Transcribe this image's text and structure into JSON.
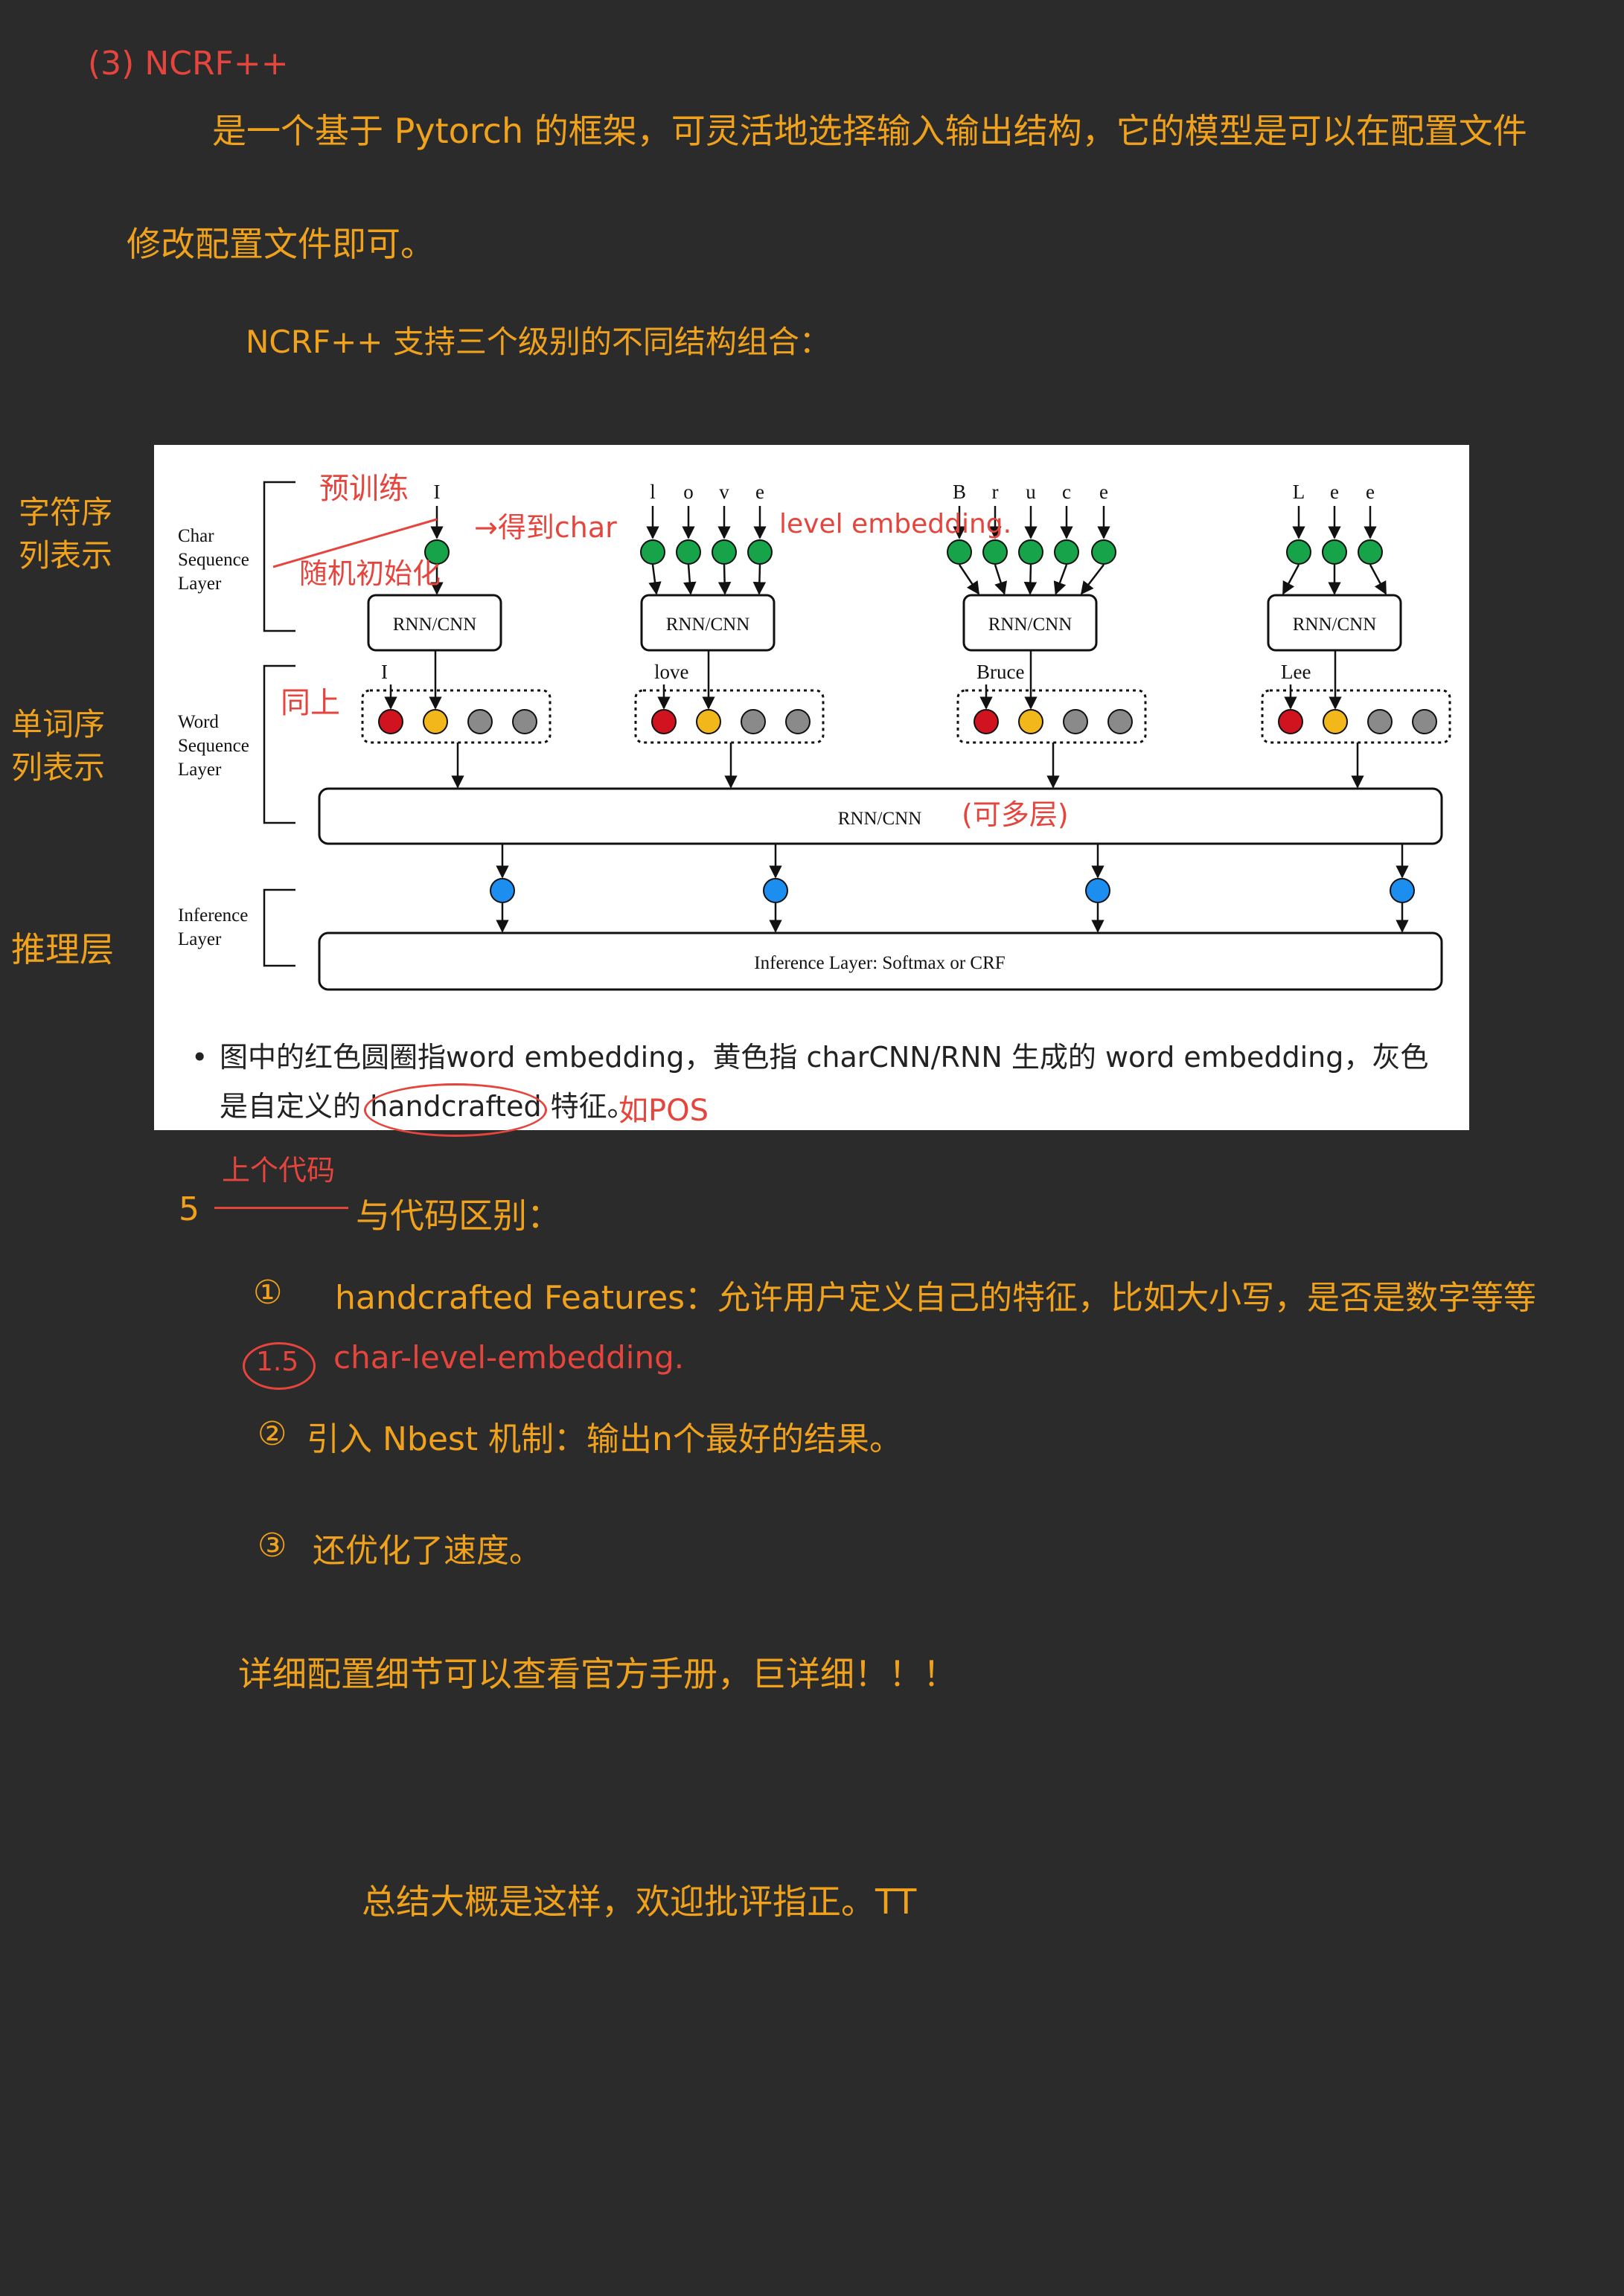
{
  "notes": {
    "heading": "(3) NCRF++",
    "intro_line1": "是一个基于 Pytorch 的框架，可灵活地选择输入输出结构，它的模型是可以在配置文件",
    "intro_line2": "修改配置文件即可。",
    "supports": "NCRF++ 支持三个级别的不同结构组合：",
    "side_char": "字符序列表示",
    "side_word": "单词序列表示",
    "side_inference": "推理层",
    "differences_title": "与代码区别：",
    "differences_prefix": "5",
    "differences_annotation": "上个代码",
    "items": [
      {
        "marker": "①",
        "label": "handcrafted Features：允许用户定义自己的特征，比如大小写，是否是数字等等"
      },
      {
        "marker": "1.5",
        "label": "char-level-embedding."
      },
      {
        "marker": "②",
        "label": "引入 Nbest 机制：输出n个最好的结果。"
      },
      {
        "marker": "③",
        "label": "还优化了速度。"
      }
    ],
    "details": "详细配置细节可以查看官方手册，巨详细！！！",
    "summary": "总结大概是这样，欢迎批评指正。TT"
  },
  "diagram": {
    "layers": {
      "char": [
        "Char",
        "Sequence",
        "Layer"
      ],
      "word": [
        "Word",
        "Sequence",
        "Layer"
      ],
      "inference": [
        "Inference",
        "Layer"
      ]
    },
    "chars": [
      [
        "I"
      ],
      [
        "l",
        "o",
        "v",
        "e"
      ],
      [
        "B",
        "r",
        "u",
        "c",
        "e"
      ],
      [
        "L",
        "e",
        "e"
      ]
    ],
    "words": [
      "I",
      "love",
      "Bruce",
      "Lee"
    ],
    "rnn_cnn": "RNN/CNN",
    "inference_box": "Inference  Layer: Softmax or CRF",
    "annotations": {
      "pretrain": "预训练",
      "random_init": "随机初始化",
      "get_char": "→得到char",
      "level_embedding": "level embedding.",
      "same_as_above": "同上",
      "multi_layer": "(可多层)",
      "add_pos": "如POS"
    },
    "colors": {
      "char_node": "#16a34a",
      "word_embedding": "#d0131e",
      "char_embedding": "#f2b71a",
      "handcrafted": "#8a8a8a",
      "inference_node": "#1b8ef0"
    }
  },
  "caption": {
    "bullet": "•",
    "text": "图中的红色圆圈指word embedding，黄色指 charCNN/RNN 生成的 word embedding，灰色是自定义的 handcrafted 特征。"
  }
}
